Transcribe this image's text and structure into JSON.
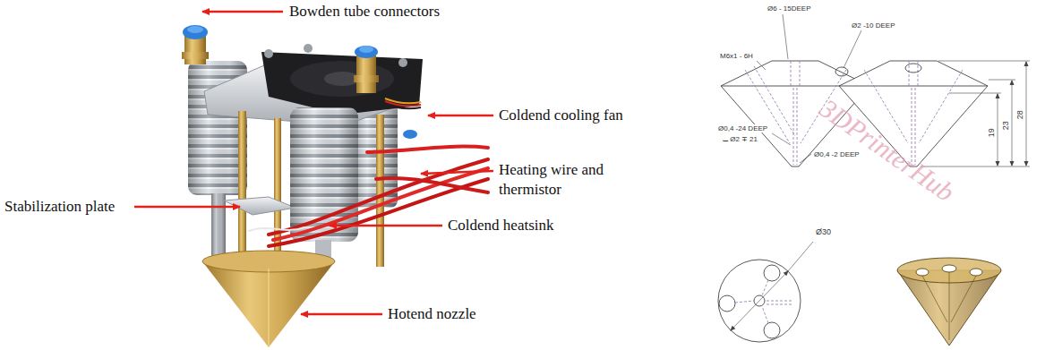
{
  "diagram": {
    "labels": [
      "Bowden tube connectors",
      "Coldend cooling fan",
      "Heating wire and thermistor",
      "Stabilization plate",
      "Coldend heatsink",
      "Hotend nozzle",
      "Ø6 - 15DEEP",
      "Ø2 -10 DEEP",
      "M6x1 - 6H",
      "Ø0,4 -24 DEEP",
      "⌴ Ø2 ∓ 21",
      "Ø0,4 -2 DEEP",
      "19",
      "23",
      "28",
      "Ø30",
      "3DPrinterHub"
    ]
  }
}
